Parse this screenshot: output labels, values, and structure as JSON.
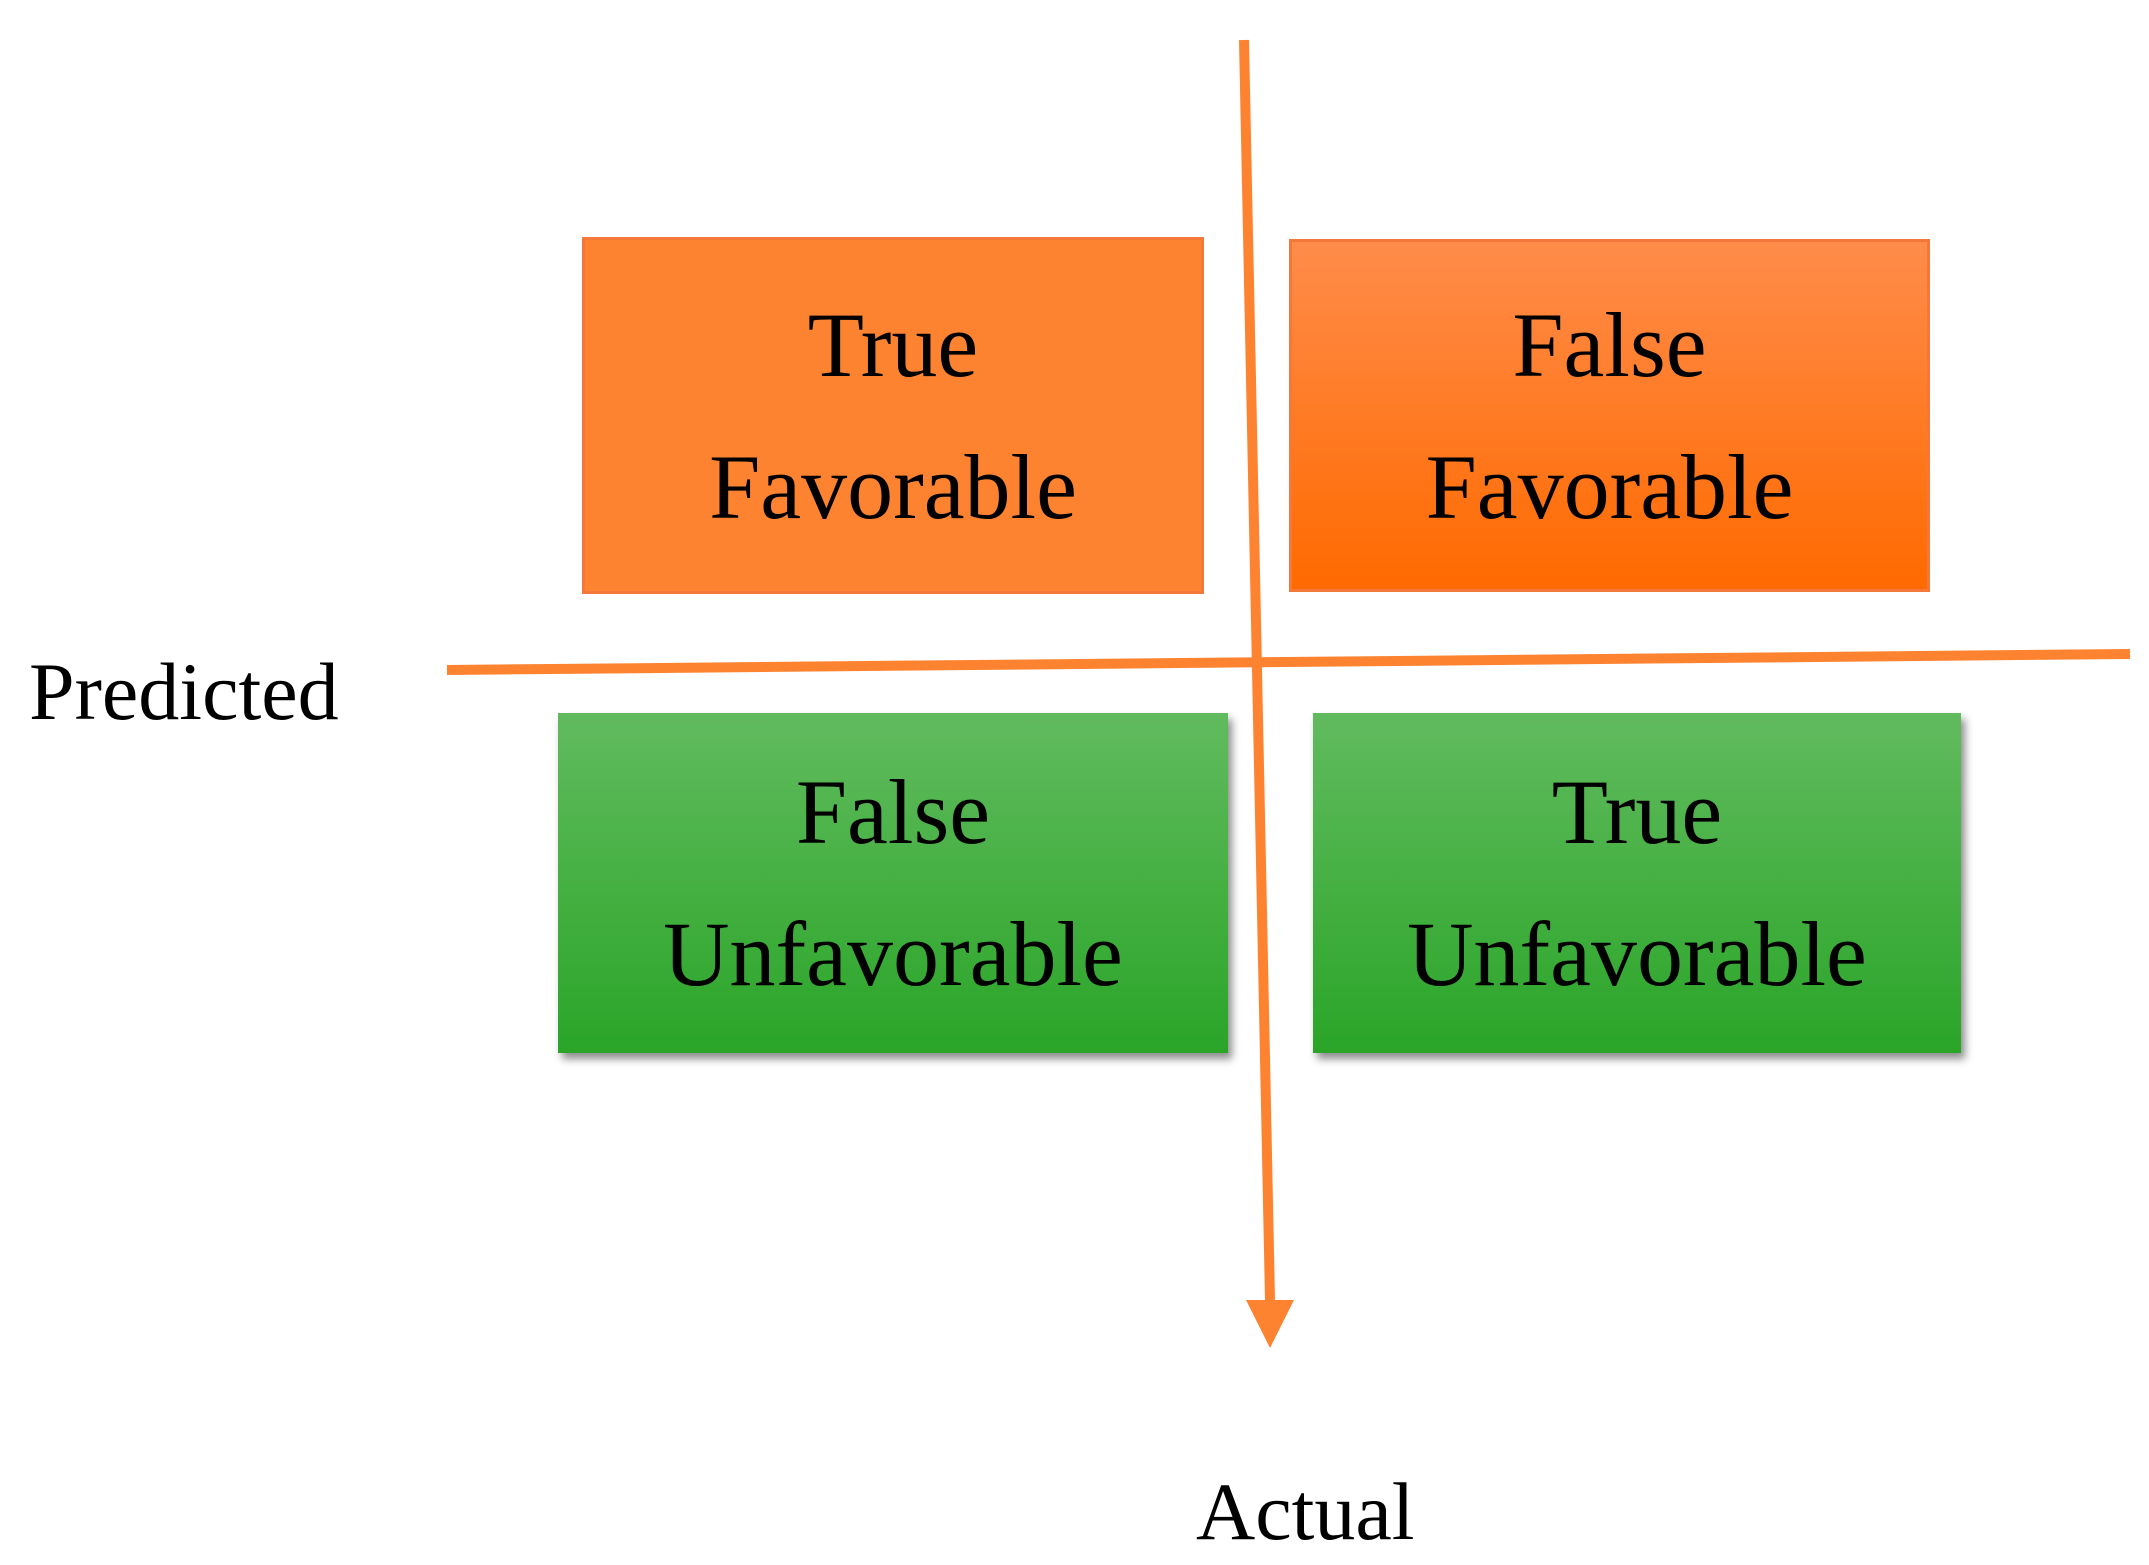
{
  "cells": {
    "top_left": {
      "line1": "True",
      "line2": "Favorable"
    },
    "top_right": {
      "line1": "False",
      "line2": "Favorable"
    },
    "bottom_left": {
      "line1": "False",
      "line2": "Unfavorable"
    },
    "bottom_right": {
      "line1": "True",
      "line2": "Unfavorable"
    }
  },
  "axes": {
    "row_label": "Predicted",
    "column_label": "Actual"
  },
  "colors": {
    "favorable_fill": "#fd8331",
    "unfavorable_fill": "#2aa528",
    "axis_line": "#fd8331"
  }
}
